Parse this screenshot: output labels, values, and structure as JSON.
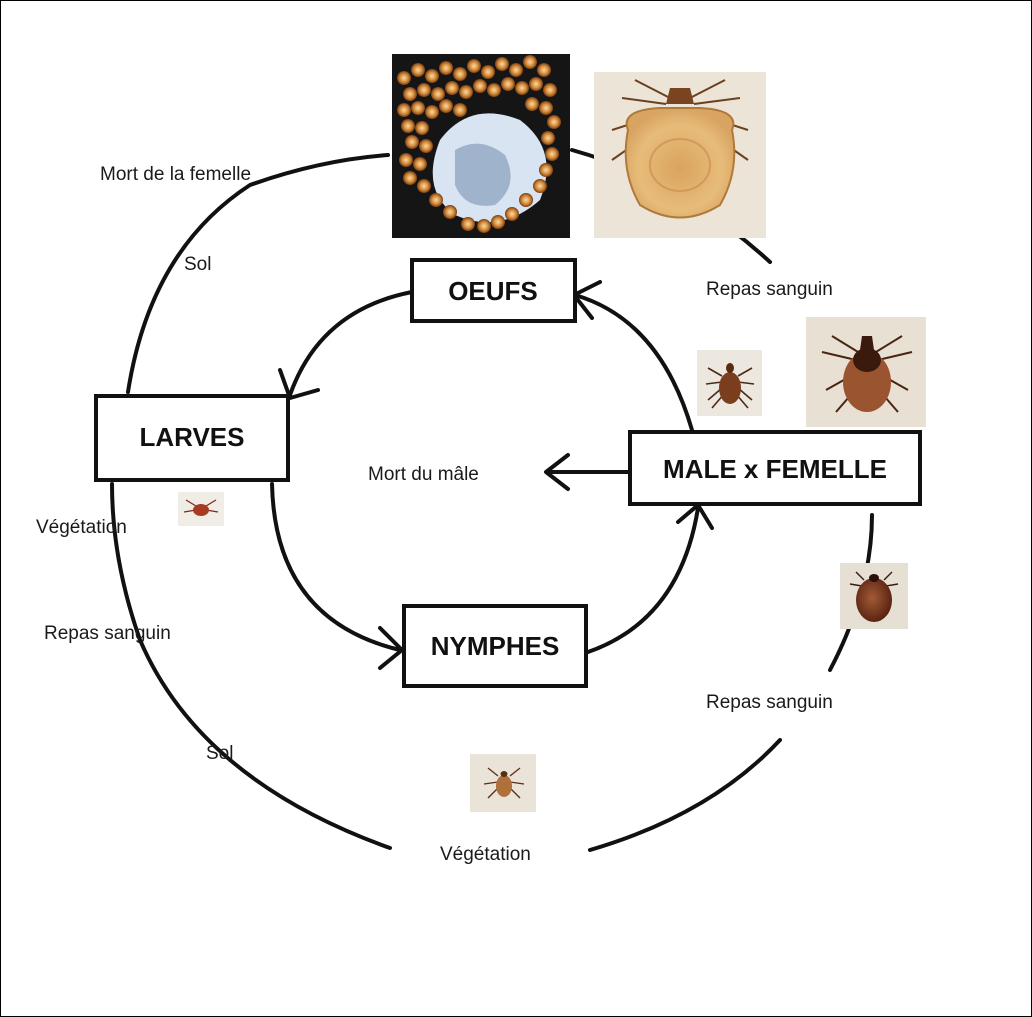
{
  "stages": {
    "oeufs": "OEUFS",
    "larves": "LARVES",
    "nymphes": "NYMPHES",
    "adultes": "MALE x FEMELLE"
  },
  "labels": {
    "mort_femelle": "Mort de la femelle",
    "sol_top": "Sol",
    "vegetation_left": "Végétation",
    "repas_left": "Repas sanguin",
    "sol_bottom": "Sol",
    "vegetation_bottom": "Végétation",
    "repas_right_top": "Repas sanguin",
    "repas_right_bottom": "Repas sanguin",
    "mort_male": "Mort du mâle"
  },
  "icons": {
    "eggs_photo": "tick-egg-mass-photo",
    "engorged_female_photo": "engorged-female-tick-photo",
    "male_photo": "male-tick-photo",
    "female_photo": "female-tick-photo",
    "nymph_photo_right": "engorged-nymph-photo",
    "larva_photo": "larva-tick-photo",
    "nymph_photo_bottom": "nymph-tick-photo"
  },
  "colors": {
    "line": "#111111",
    "tick_brown": "#8a4a2a",
    "tick_tan": "#d8a868"
  }
}
